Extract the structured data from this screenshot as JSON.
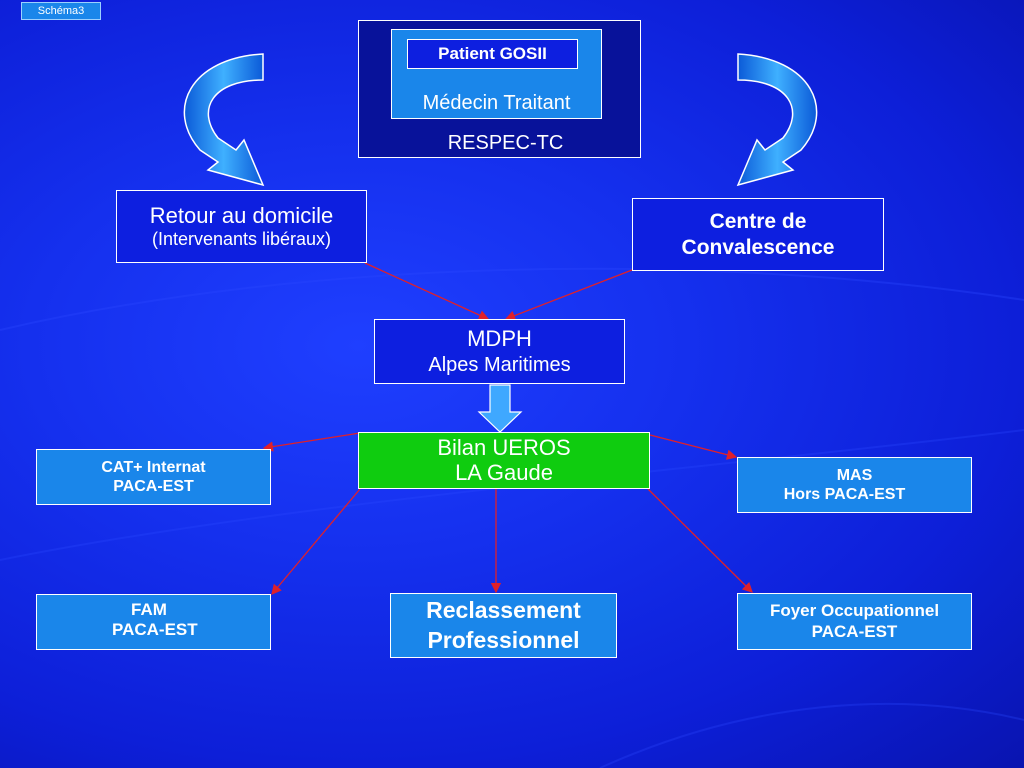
{
  "tag": "Schéma3",
  "top_box": {
    "patient": "Patient GOSII",
    "medecin": "Médecin Traitant",
    "respec": "RESPEC-TC"
  },
  "retour": {
    "line1": "Retour au domicile",
    "line2": "(Intervenants libéraux)"
  },
  "centre": {
    "line1": "Centre de",
    "line2": "Convalescence"
  },
  "mdph": {
    "line1": "MDPH",
    "line2": "Alpes Maritimes"
  },
  "bilan": {
    "line1": "Bilan UEROS",
    "line2": "LA Gaude"
  },
  "cat": {
    "line1": "CAT+ Internat",
    "line2": "PACA-EST"
  },
  "mas": {
    "line1": "MAS",
    "line2": "Hors PACA-EST"
  },
  "fam": {
    "line1": "FAM",
    "line2": "PACA-EST"
  },
  "reclassement": {
    "line1": "Reclassement",
    "line2": "Professionnel"
  },
  "foyer": {
    "line1": "Foyer Occupationnel",
    "line2": "PACA-EST"
  },
  "colors": {
    "background": "#1530ee",
    "light_box": "#1a86ea",
    "green_box": "#0fcc0f",
    "arrow_red": "#e0202a"
  }
}
